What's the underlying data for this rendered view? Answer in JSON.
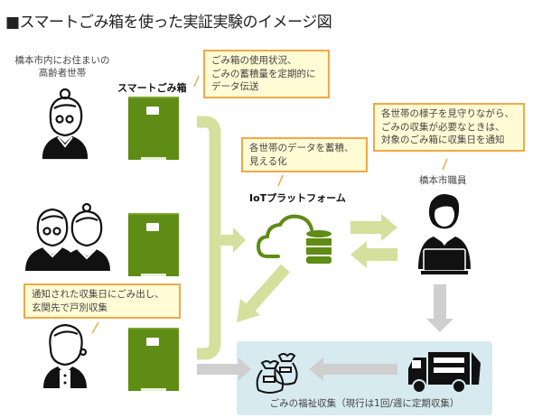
{
  "title": "■スマートごみ箱を使った実証実験のイメージ図",
  "households": {
    "label_line1": "橋本市内にお住まいの",
    "label_line2": "高齢者世帯"
  },
  "smart_bin": {
    "label": "スマートごみ箱"
  },
  "notes": {
    "bin_data": {
      "line1": "ごみ箱の使用状況、",
      "line2": "ごみの蓄積量を定期的に",
      "line3": "データ伝送"
    },
    "platform": {
      "line1": "各世帯のデータを蓄積、",
      "line2": "見える化"
    },
    "staff": {
      "line1": "各世帯の様子を見守りながら、",
      "line2": "ごみの収集が必要なときは、",
      "line3": "対象のごみ箱に収集日を通知"
    },
    "resident": {
      "line1": "通知された収集日にごみ出し、",
      "line2": "玄関先で戸別収集"
    }
  },
  "platform": {
    "label": "IoTプラットフォーム",
    "icon": "cloud-database-icon"
  },
  "staff": {
    "label": "橋本市職員",
    "icon": "staff-laptop-icon"
  },
  "collection": {
    "label": "ごみの福祉収集（現行は1回/週に定期収集）",
    "icons": [
      "garbage-bags-icon",
      "garbage-truck-icon"
    ]
  },
  "colors": {
    "bin_green": "#5e8c15",
    "arrow_lightgreen": "#d4e09b",
    "arrow_gray": "#cfcfcf",
    "note_bg": "#fffbd4",
    "note_border": "#f0a84a",
    "collection_bg": "#d6eaf0",
    "icon_green": "#5e8c15"
  }
}
